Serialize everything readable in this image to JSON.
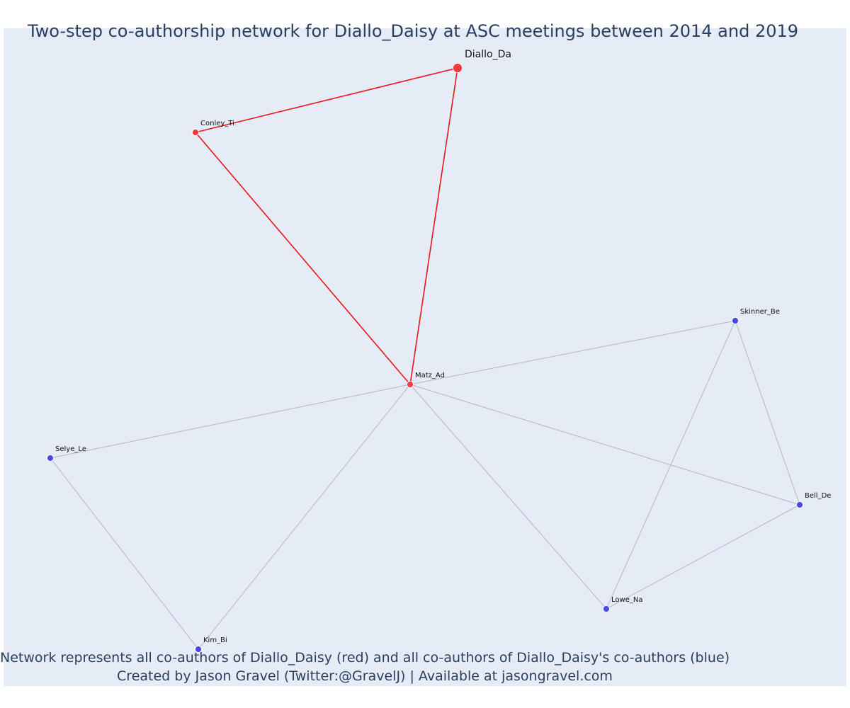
{
  "title": "Two-step co-authorship network for Diallo_Daisy at ASC meetings between 2014 and 2019",
  "caption": {
    "line1": "Network represents all co-authors of Diallo_Daisy (red) and all co-authors of Diallo_Daisy's co-authors (blue)",
    "line2": "Created by Jason Gravel (Twitter:@GravelJ) | Available at jasongravel.com"
  },
  "colors": {
    "background": "#e5ecf6",
    "focal": "#ef3b3b",
    "coauthor": "#ef3b3b",
    "second_degree": "#4a4ae6",
    "focal_edge": "#e8161b",
    "other_edge": "#b4b7c6",
    "title_text": "#2a3f5f"
  },
  "nodes": [
    {
      "id": "Diallo_Da",
      "label": "Diallo_Da",
      "group": "focal"
    },
    {
      "id": "Conley_Ti",
      "label": "Conley_Ti",
      "group": "coauthor"
    },
    {
      "id": "Matz_Ad",
      "label": "Matz_Ad",
      "group": "coauthor"
    },
    {
      "id": "Skinner_Be",
      "label": "Skinner_Be",
      "group": "second_degree"
    },
    {
      "id": "Selye_Le",
      "label": "Selye_Le",
      "group": "second_degree"
    },
    {
      "id": "Bell_De",
      "label": "Bell_De",
      "group": "second_degree"
    },
    {
      "id": "Lowe_Na",
      "label": "Lowe_Na",
      "group": "second_degree"
    },
    {
      "id": "Kim_Bi",
      "label": "Kim_Bi",
      "group": "second_degree"
    }
  ],
  "edges": [
    {
      "source": "Diallo_Da",
      "target": "Conley_Ti",
      "type": "focal"
    },
    {
      "source": "Diallo_Da",
      "target": "Matz_Ad",
      "type": "focal"
    },
    {
      "source": "Conley_Ti",
      "target": "Matz_Ad",
      "type": "focal"
    },
    {
      "source": "Matz_Ad",
      "target": "Skinner_Be",
      "type": "other"
    },
    {
      "source": "Matz_Ad",
      "target": "Selye_Le",
      "type": "other"
    },
    {
      "source": "Matz_Ad",
      "target": "Kim_Bi",
      "type": "other"
    },
    {
      "source": "Matz_Ad",
      "target": "Lowe_Na",
      "type": "other"
    },
    {
      "source": "Matz_Ad",
      "target": "Bell_De",
      "type": "other"
    },
    {
      "source": "Selye_Le",
      "target": "Kim_Bi",
      "type": "other"
    },
    {
      "source": "Skinner_Be",
      "target": "Lowe_Na",
      "type": "other"
    },
    {
      "source": "Skinner_Be",
      "target": "Bell_De",
      "type": "other"
    },
    {
      "source": "Bell_De",
      "target": "Lowe_Na",
      "type": "other"
    }
  ]
}
